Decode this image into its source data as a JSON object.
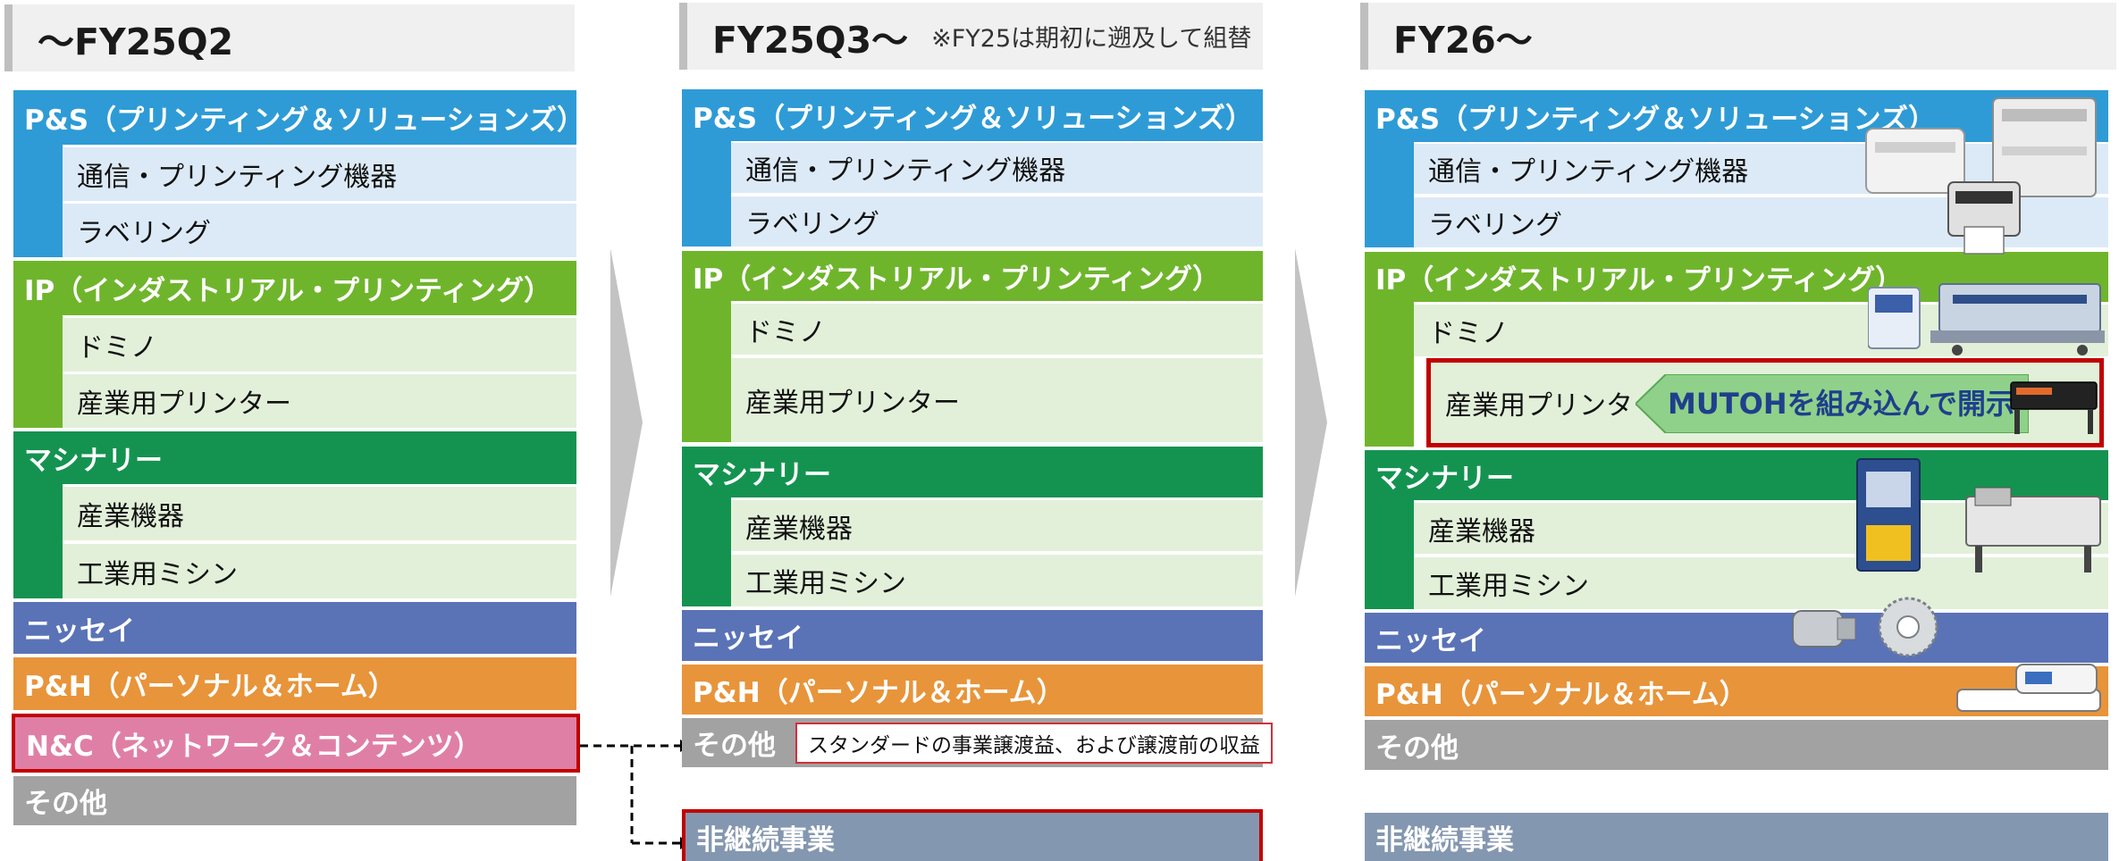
{
  "colors": {
    "ps": "#2e9bd6",
    "ip": "#6fb52c",
    "machinery": "#149350",
    "nissei": "#5a73b7",
    "ph": "#e8943a",
    "nc": "#e07fa6",
    "other": "#a2a2a2",
    "discontinued": "#8497b0",
    "highlight_border": "#c00000",
    "mutoh_text": "#1f3f8c"
  },
  "col1": {
    "header": "～FY25Q2",
    "ps": {
      "label": "P&S（プリンティング＆ソリューションズ）",
      "items": [
        "通信・プリンティング機器",
        "ラベリング"
      ]
    },
    "ip": {
      "label": "IP（インダストリアル・プリンティング）",
      "items": [
        "ドミノ",
        "産業用プリンター"
      ]
    },
    "machinery": {
      "label": "マシナリー",
      "items": [
        "産業機器",
        "工業用ミシン"
      ]
    },
    "nissei": "ニッセイ",
    "ph": "P&H（パーソナル＆ホーム）",
    "nc": "N&C（ネットワーク＆コンテンツ）",
    "other": "その他"
  },
  "col2": {
    "header": "FY25Q3～",
    "header_note": "※FY25は期初に遡及して組替",
    "ps": {
      "label": "P&S（プリンティング＆ソリューションズ）",
      "items": [
        "通信・プリンティング機器",
        "ラベリング"
      ]
    },
    "ip": {
      "label": "IP（インダストリアル・プリンティング）",
      "items": [
        "ドミノ",
        "産業用プリンター"
      ]
    },
    "machinery": {
      "label": "マシナリー",
      "items": [
        "産業機器",
        "工業用ミシン"
      ]
    },
    "nissei": "ニッセイ",
    "ph": "P&H（パーソナル＆ホーム）",
    "other": "その他",
    "other_note": "スタンダードの事業譲渡益、および譲渡前の収益",
    "discontinued": "非継続事業"
  },
  "col3": {
    "header": "FY26～",
    "ps": {
      "label": "P&S（プリンティング＆ソリューションズ）",
      "items": [
        "通信・プリンティング機器",
        "ラベリング"
      ]
    },
    "ip": {
      "label": "IP（インダストリアル・プリンティング）",
      "items": [
        "ドミノ",
        "産業用プリンター"
      ]
    },
    "mutoh_callout": "MUTOHを組み込んで開示",
    "machinery": {
      "label": "マシナリー",
      "items": [
        "産業機器",
        "工業用ミシン"
      ]
    },
    "nissei": "ニッセイ",
    "ph": "P&H（パーソナル＆ホーム）",
    "other": "その他",
    "discontinued": "非継続事業"
  }
}
